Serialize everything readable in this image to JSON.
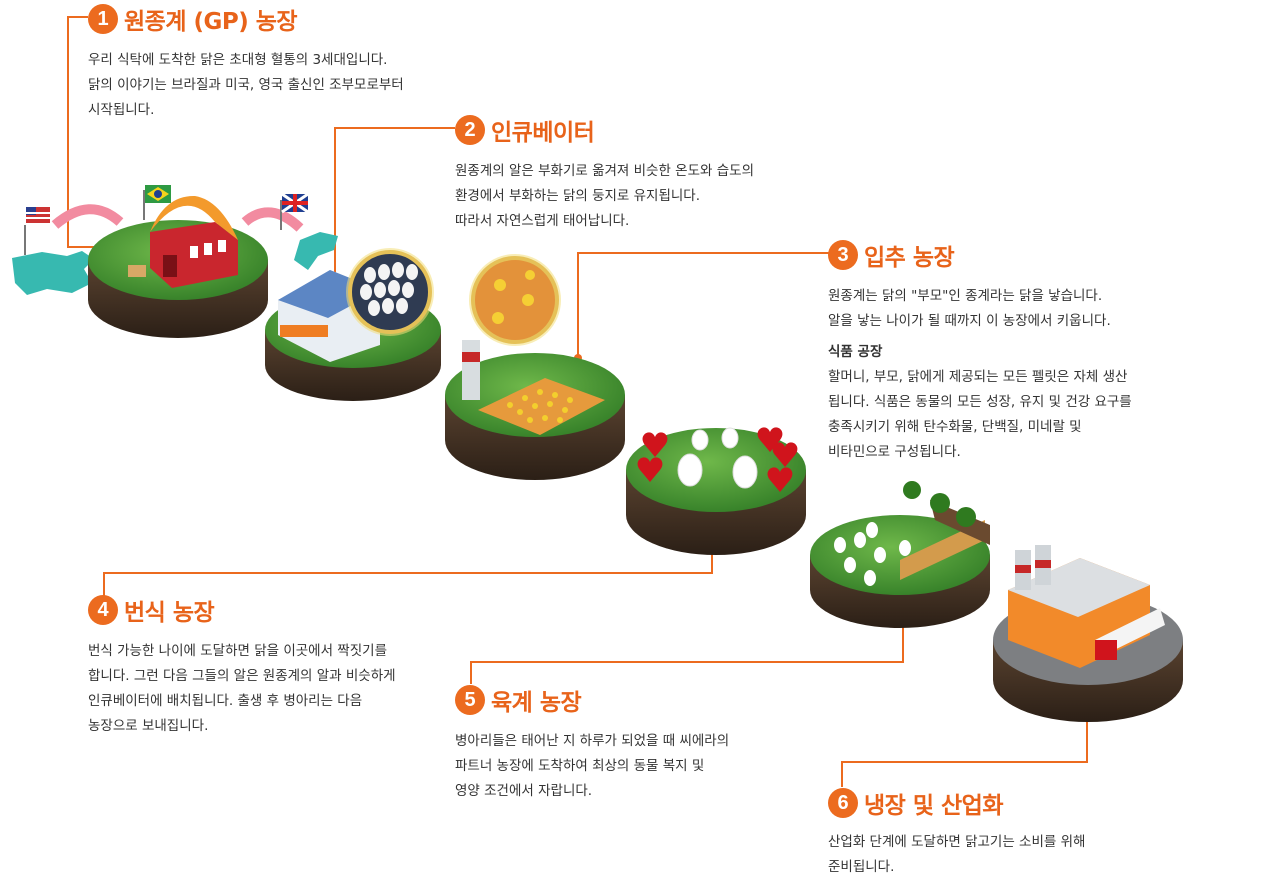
{
  "colors": {
    "accent": "#ec6b1f",
    "title": "#e8631a",
    "text": "#333333",
    "grass": "#3f8a2c",
    "soil": "#3a2a1e"
  },
  "steps": [
    {
      "num": "1",
      "title": "원종계 (GP) 농장",
      "lines": [
        "우리 식탁에 도착한 닭은 초대형 혈통의 3세대입니다.",
        "닭의 이야기는 브라질과 미국, 영국 출신인 조부모로부터",
        "시작됩니다."
      ]
    },
    {
      "num": "2",
      "title": "인큐베이터",
      "lines": [
        "원종계의 알은 부화기로 옮겨져 비슷한 온도와 습도의",
        "환경에서 부화하는 닭의 둥지로 유지됩니다.",
        "따라서 자연스럽게 태어납니다."
      ]
    },
    {
      "num": "3",
      "title": "입추 농장",
      "lines": [
        "원종계는 닭의 \"부모\"인 종계라는 닭을 낳습니다.",
        "알을 낳는 나이가 될 때까지 이 농장에서 키웁니다."
      ],
      "subtitle": "식품 공장",
      "sub_lines": [
        "할머니, 부모, 닭에게 제공되는 모든 펠릿은 자체 생산",
        "됩니다. 식품은 동물의 모든 성장, 유지 및 건강 요구를",
        "충족시키기 위해 탄수화물, 단백질, 미네랄 및",
        "비타민으로 구성됩니다."
      ]
    },
    {
      "num": "4",
      "title": "번식 농장",
      "lines": [
        "번식 가능한 나이에 도달하면 닭을 이곳에서 짝짓기를",
        "합니다. 그런 다음 그들의 알은 원종계의 알과 비슷하게",
        "인큐베이터에 배치됩니다. 출생 후 병아리는 다음",
        "농장으로 보내집니다."
      ]
    },
    {
      "num": "5",
      "title": "육계 농장",
      "lines": [
        "병아리들은 태어난 지 하루가 되었을 때 씨에라의",
        "파트너 농장에 도착하여 최상의 동물 복지 및",
        "영양 조건에서 자랍니다."
      ]
    },
    {
      "num": "6",
      "title": "냉장 및 산업화",
      "lines": [
        "산업화 단계에 도달하면 닭고기는 소비를 위해",
        "준비됩니다."
      ]
    }
  ]
}
